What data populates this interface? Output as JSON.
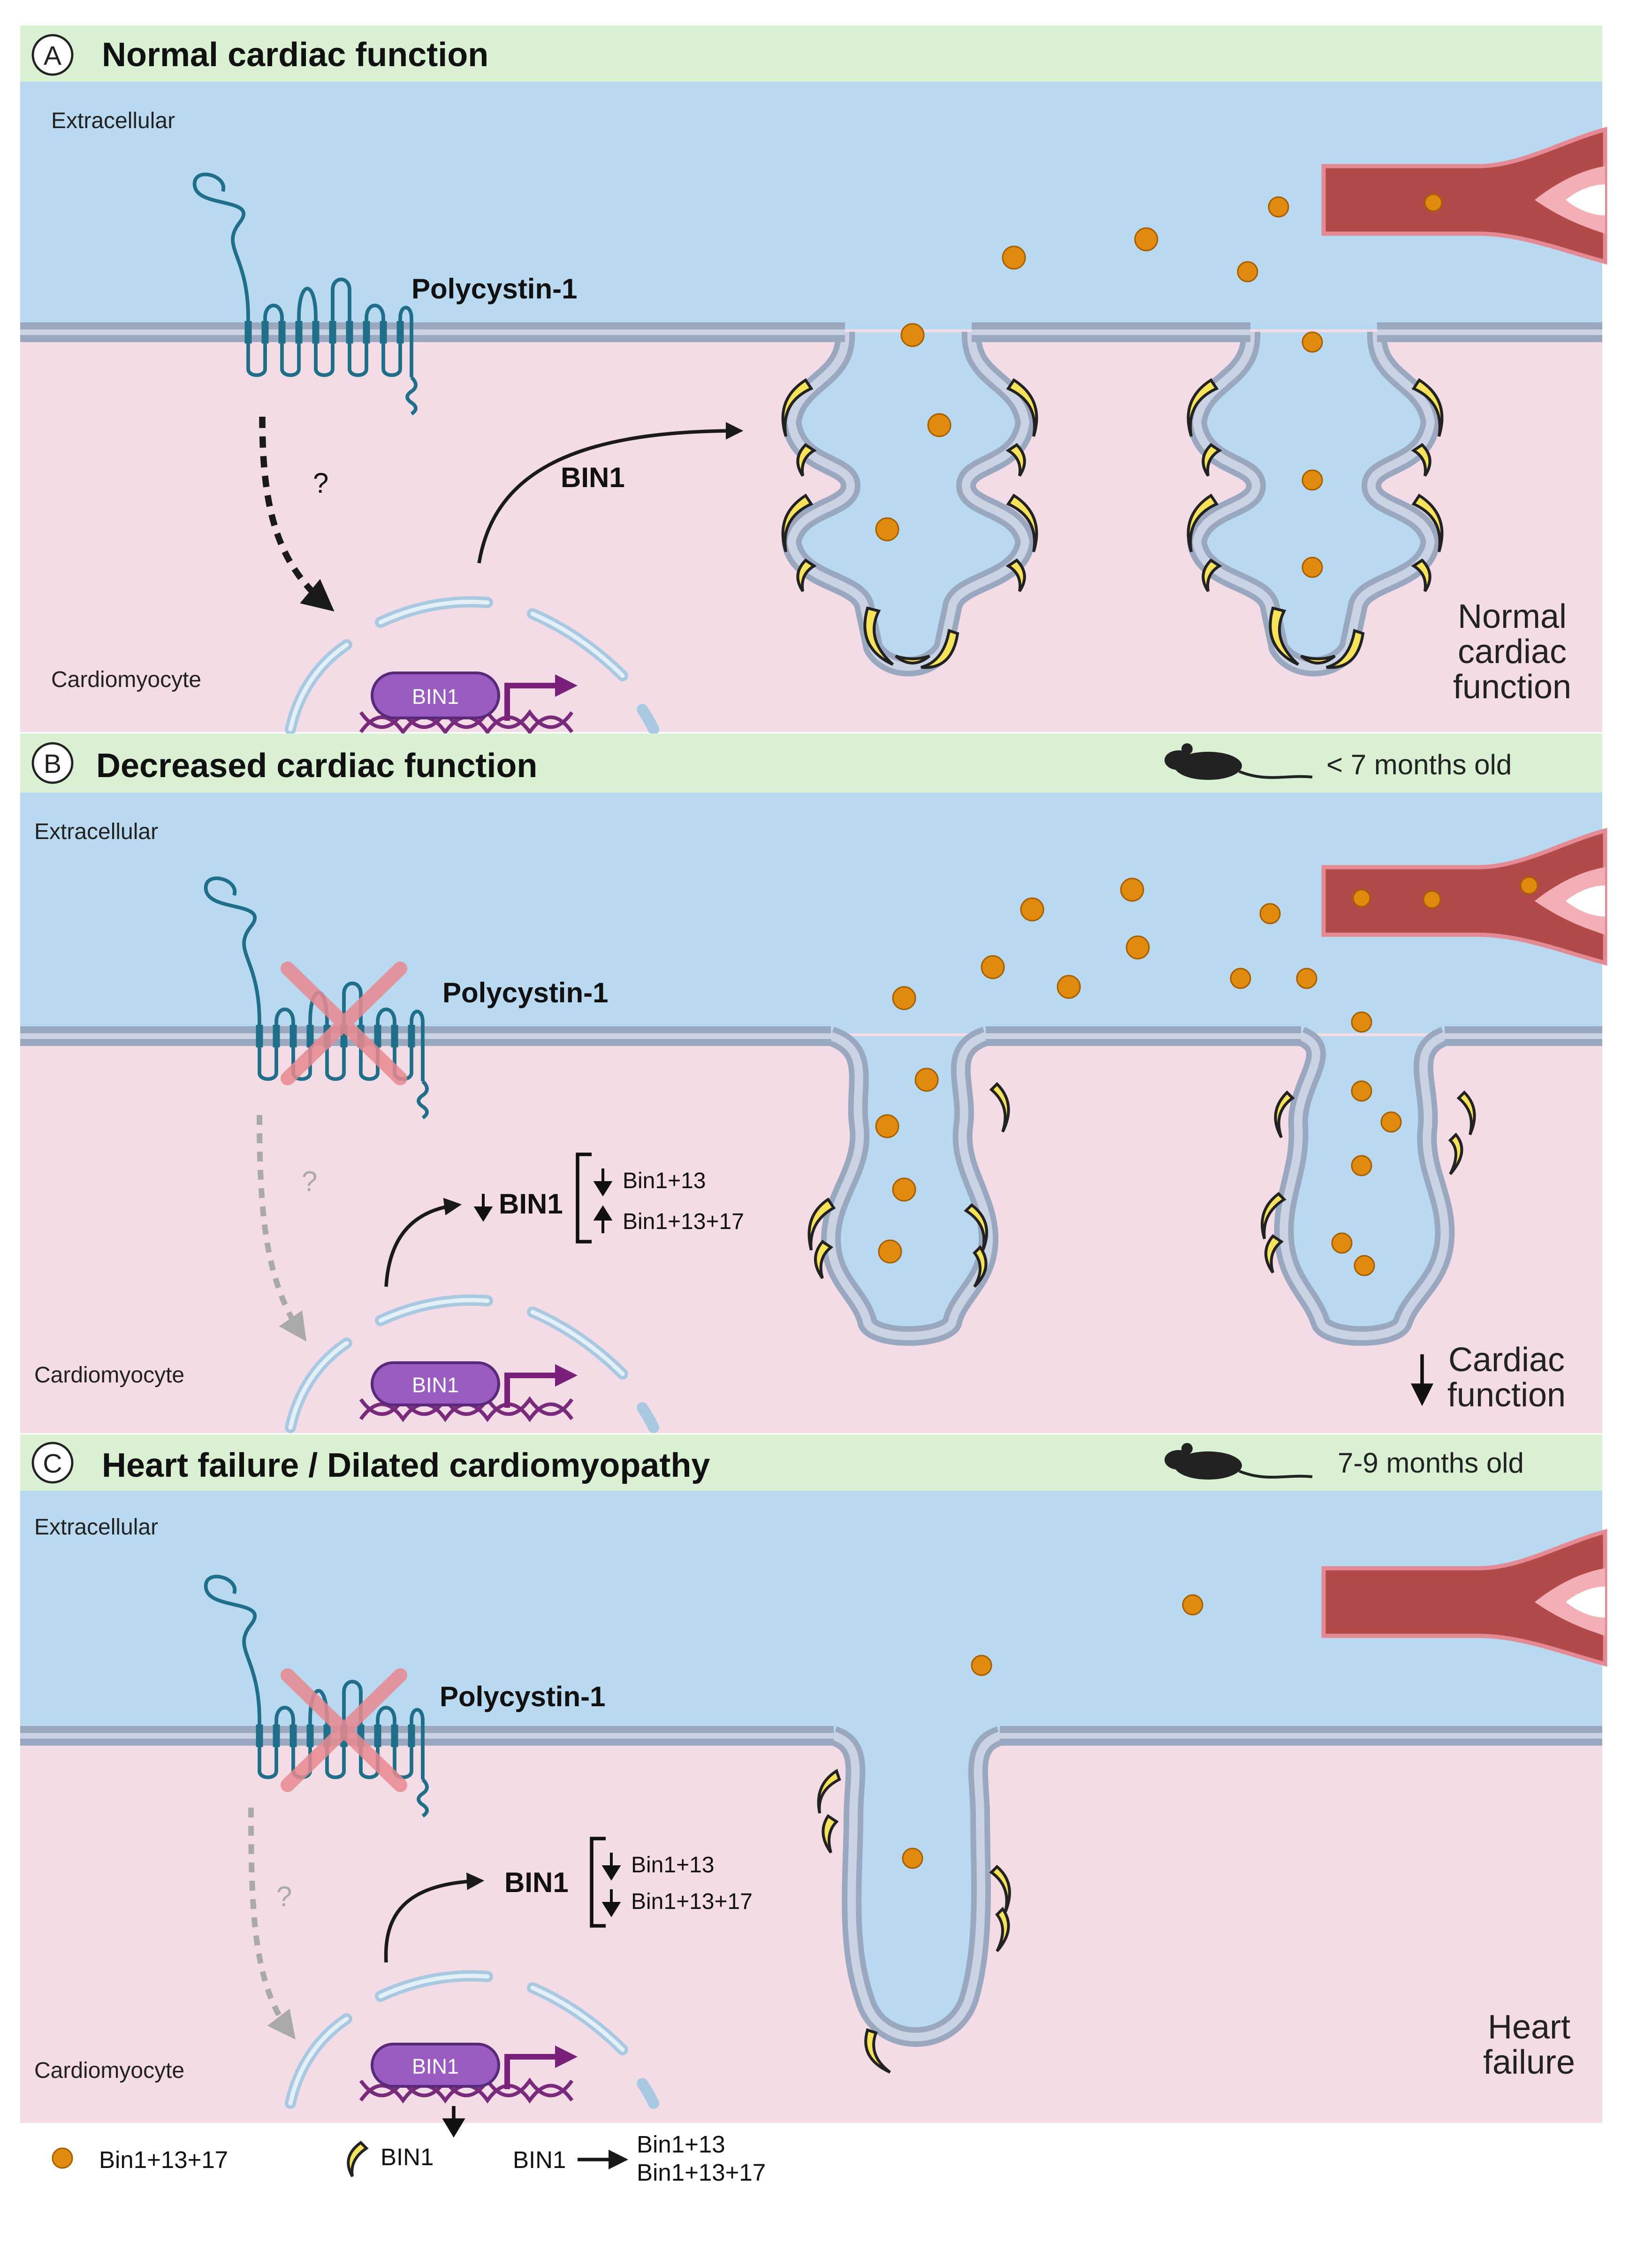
{
  "panels": [
    {
      "letter": "A",
      "title": "Normal cardiac function",
      "age": "",
      "extracellular": "Extracellular",
      "cardiomyocyte": "Cardiomyocyte",
      "protein": "Polycystin-1",
      "question": "?",
      "bin1_label": "BIN1",
      "gene_label": "BIN1",
      "isoform_1": "",
      "isoform_2": "",
      "outcome": [
        "Normal",
        "cardiac",
        "function"
      ]
    },
    {
      "letter": "B",
      "title": "Decreased cardiac function",
      "age": "< 7 months old",
      "extracellular": "Extracellular",
      "cardiomyocyte": "Cardiomyocyte",
      "protein": "Polycystin-1",
      "question": "?",
      "bin1_label": "BIN1",
      "gene_label": "BIN1",
      "isoform_1": "Bin1+13",
      "isoform_2": "Bin1+13+17",
      "outcome": [
        "Cardiac",
        "function"
      ]
    },
    {
      "letter": "C",
      "title": "Heart failure / Dilated cardiomyopathy",
      "age": "7-9 months old",
      "extracellular": "Extracellular",
      "cardiomyocyte": "Cardiomyocyte",
      "protein": "Polycystin-1",
      "question": "?",
      "bin1_label": "BIN1",
      "gene_label": "BIN1",
      "isoform_1": "Bin1+13",
      "isoform_2": "Bin1+13+17",
      "outcome": [
        "Heart",
        "failure"
      ]
    }
  ],
  "legend": {
    "dot_label": "Bin1+13+17",
    "crescent_label": "BIN1",
    "arrow_source": "BIN1",
    "arrow_target_1": "Bin1+13",
    "arrow_target_2": "Bin1+13+17"
  },
  "colors": {
    "header": "#d9f0d3",
    "extracellular": "#b9d9f0",
    "cytoplasm": "#f3dce6",
    "membrane": "#9aa8bf",
    "membrane_inner": "#c9d3e4",
    "polycystin": "#1f6f8b",
    "cross": "#e8898f",
    "dot": "#e08a10",
    "crescent": "#f7e35a",
    "crescent_edge": "#222222",
    "gene_box": "#9a5cc0",
    "dna": "#7a2a7a",
    "vessel": "#b24a4a",
    "vessel_inner": "#f4aeb6"
  }
}
